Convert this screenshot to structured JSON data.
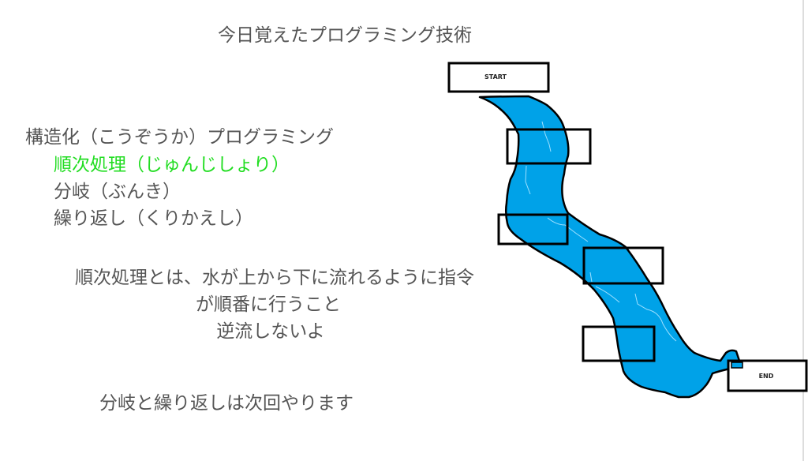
{
  "title": "今日覚えたプログラミング技術",
  "topics": {
    "heading": "構造化（こうぞうか）プログラミング",
    "items": [
      "順次処理（じゅんじしょり）",
      "分岐（ぶんき）",
      "繰り返し（くりかえし）"
    ],
    "highlight_color": "#22dd22"
  },
  "explanation": [
    "順次処理とは、水が上から下に流れるように指令",
    "が順番に行うこと",
    "逆流しないよ"
  ],
  "footer_note": "分岐と繰り返しは次回やります",
  "diagram": {
    "start_label": "START",
    "end_label": "END",
    "river_color": "#00a2e8"
  }
}
